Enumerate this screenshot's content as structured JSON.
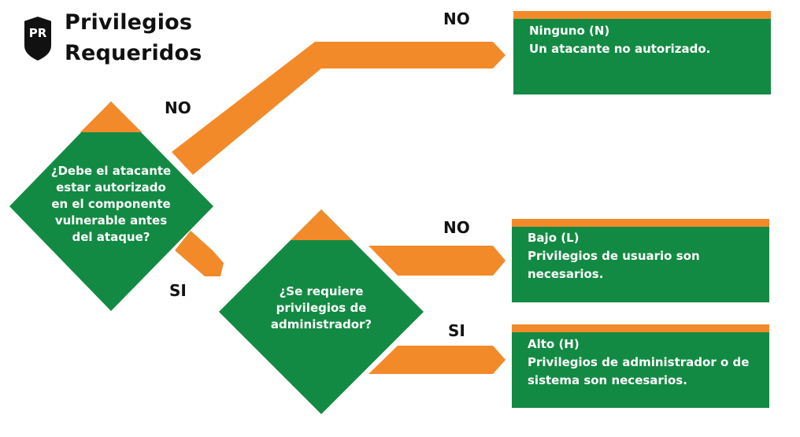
{
  "title": {
    "line1": "Privilegios",
    "line2": "Requeridos"
  },
  "badge": {
    "text": "PR"
  },
  "colors": {
    "green": "#138a43",
    "orange": "#f28a2a",
    "text_dark": "#111111",
    "badge": "#111111"
  },
  "questions": [
    {
      "text": "¿Debe el atacante\nestar autorizado\nen el componente\nvulnerable antes\ndel ataque?"
    },
    {
      "text": "¿Se requiere\nprivilegios de\nadministrador?"
    }
  ],
  "edges": {
    "q1_no": "NO",
    "q1_si": "SI",
    "q2_no": "NO",
    "q2_si": "SI"
  },
  "outcomes": [
    {
      "title": "Ninguno (N)",
      "lines": [
        "Un atacante no autorizado."
      ]
    },
    {
      "title": "Bajo (L)",
      "lines": [
        "Privilegios de usuario son",
        "necesarios."
      ]
    },
    {
      "title": "Alto (H)",
      "lines": [
        "Privilegios de administrador o de",
        "sistema son necesarios."
      ]
    }
  ]
}
